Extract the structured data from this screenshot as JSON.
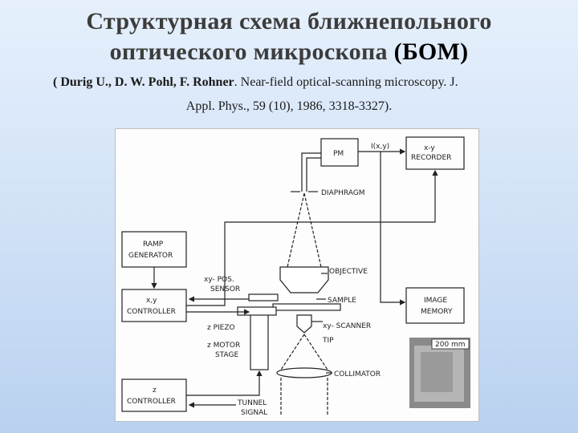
{
  "title": {
    "line1": "Структурная схема ближнепольного",
    "line2": "оптического микроскопа",
    "abbr": "(БОМ)"
  },
  "reference": {
    "authors": "( Durig U., D. W. Pohl, F. Rohner",
    "rest_line1": ". Near-field optical-scanning microscopy. J.",
    "line2": "Appl. Phys., 59 (10), 1986, 3318-3327)."
  },
  "diagram": {
    "pm": "PM",
    "signal": "I(x,y)",
    "recorder": [
      "x-y",
      "RECORDER"
    ],
    "diaphragm": "DIAPHRAGM",
    "ramp_generator": [
      "RAMP",
      "GENERATOR"
    ],
    "xy_pos_sensor": [
      "xy- POS.",
      "SENSOR"
    ],
    "objective": "OBJECTIVE",
    "sample": "SAMPLE",
    "xy_controller": [
      "x,y",
      "CONTROLLER"
    ],
    "z_piezo": "z PIEZO",
    "xy_scanner": "xy- SCANNER",
    "z_motor_stage": [
      "z MOTOR",
      "STAGE"
    ],
    "tip": "TIP",
    "collimator": "COLLIMATOR",
    "z_controller": [
      "z",
      "CONTROLLER"
    ],
    "tunnel_signal": [
      "TUNNEL",
      "SIGNAL"
    ],
    "image_memory": [
      "IMAGE",
      "MEMORY"
    ],
    "scale_bar": "200 mm"
  }
}
